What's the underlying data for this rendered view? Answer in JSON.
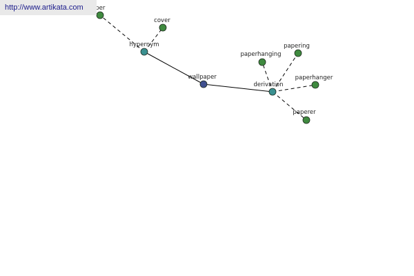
{
  "site": {
    "url": "http://www.artikata.com"
  },
  "colors": {
    "center": "#3f4f8f",
    "relation": "#3a9090",
    "leaf": "#3f8a3f",
    "edge": "#000000"
  },
  "graph": {
    "nodes": [
      {
        "id": "wallpaper",
        "label": "wallpaper",
        "kind": "center"
      },
      {
        "id": "hypernym",
        "label": "hypernym",
        "kind": "relation"
      },
      {
        "id": "derivation",
        "label": "derivation",
        "kind": "relation"
      },
      {
        "id": "paper",
        "label": "paper",
        "kind": "leaf"
      },
      {
        "id": "cover",
        "label": "cover",
        "kind": "leaf"
      },
      {
        "id": "paperhanging",
        "label": "paperhanging",
        "kind": "leaf"
      },
      {
        "id": "papering",
        "label": "papering",
        "kind": "leaf"
      },
      {
        "id": "paperhanger",
        "label": "paperhanger",
        "kind": "leaf"
      },
      {
        "id": "paperer",
        "label": "paperer",
        "kind": "leaf"
      }
    ],
    "edges": [
      {
        "from": "wallpaper",
        "to": "hypernym",
        "style": "solid"
      },
      {
        "from": "wallpaper",
        "to": "derivation",
        "style": "solid"
      },
      {
        "from": "hypernym",
        "to": "paper",
        "style": "dashed"
      },
      {
        "from": "hypernym",
        "to": "cover",
        "style": "dashed"
      },
      {
        "from": "derivation",
        "to": "paperhanging",
        "style": "dashed"
      },
      {
        "from": "derivation",
        "to": "papering",
        "style": "dashed"
      },
      {
        "from": "derivation",
        "to": "paperhanger",
        "style": "dashed"
      },
      {
        "from": "derivation",
        "to": "paperer",
        "style": "dashed"
      }
    ]
  }
}
